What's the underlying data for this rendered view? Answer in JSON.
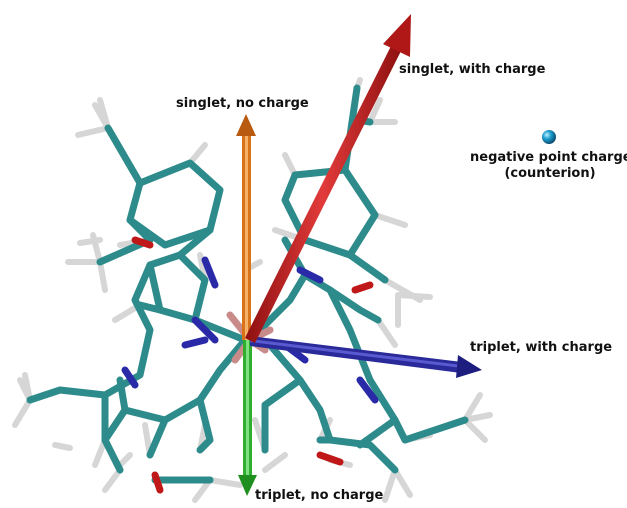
{
  "labels": {
    "singlet_with_charge": "singlet, with charge",
    "singlet_no_charge": "singlet, no charge",
    "triplet_with_charge": "triplet, with charge",
    "triplet_no_charge": "triplet, no charge",
    "point_charge_line1": "negative point charge",
    "point_charge_line2": "(counterion)"
  },
  "colors": {
    "carbon": "#2e8b8b",
    "hydrogen": "#d8d8d8",
    "nitrogen": "#2a2aa8",
    "oxygen": "#c01818",
    "metal": "#c98a8a",
    "arrow_singlet_charge": "#cc1f1f",
    "arrow_singlet_nocharge": "#d9731a",
    "arrow_triplet_charge": "#2a2a9a",
    "arrow_triplet_nocharge": "#2fae2f",
    "point_charge": "#1e9fd0"
  }
}
